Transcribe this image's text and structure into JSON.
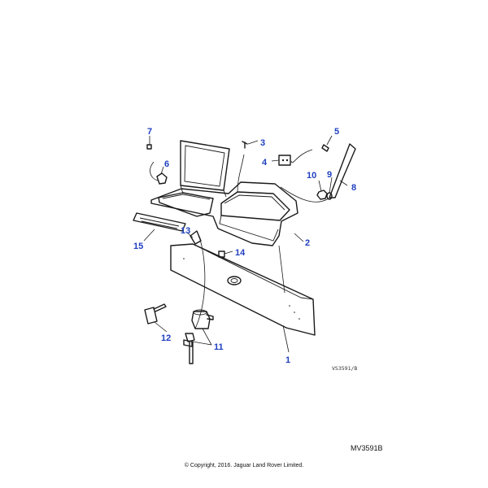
{
  "diagram": {
    "callouts": [
      "1",
      "2",
      "3",
      "4",
      "5",
      "6",
      "7",
      "8",
      "9",
      "10",
      "11",
      "12",
      "13",
      "14",
      "15"
    ],
    "drawing_code": "VS3591/B",
    "figure_code": "MV3591B",
    "copyright": "© Copyright, 2016. Jaguar Land Rover Limited.",
    "callout_color": "#1f3fbf"
  }
}
